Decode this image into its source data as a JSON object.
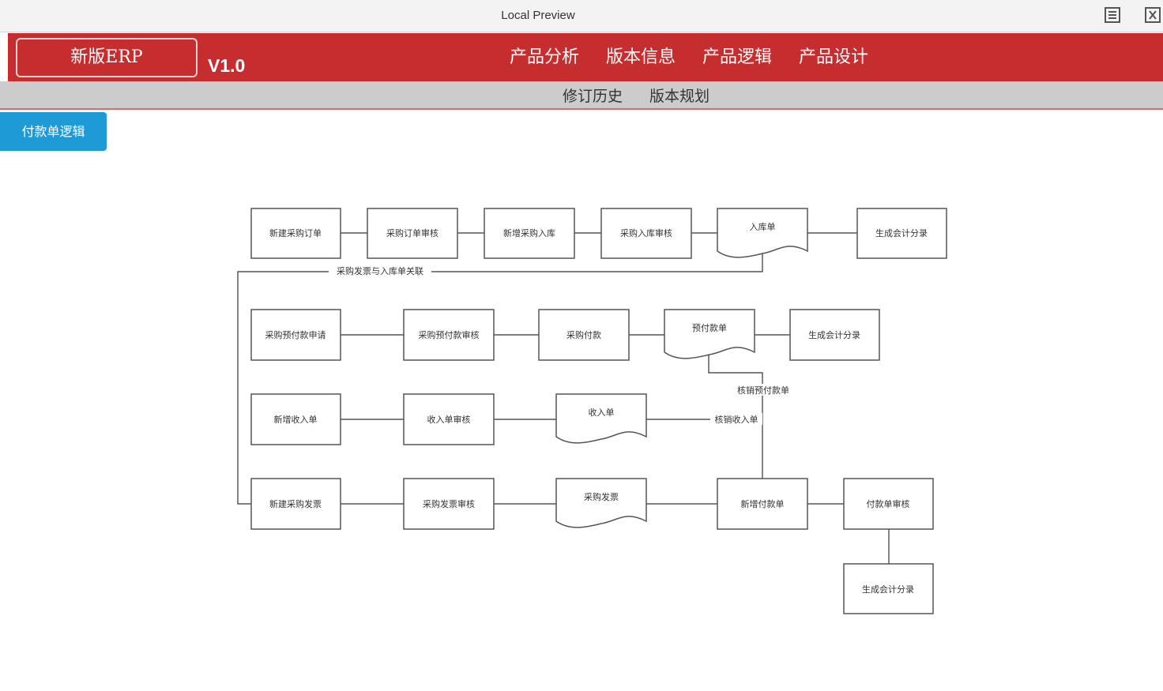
{
  "window": {
    "title": "Local Preview",
    "icons": [
      "document-list-icon",
      "close-icon"
    ]
  },
  "header": {
    "brand": "新版ERP",
    "version": "V1.0",
    "nav": [
      {
        "label": "产品分析"
      },
      {
        "label": "版本信息"
      },
      {
        "label": "产品逻辑"
      },
      {
        "label": "产品设计"
      }
    ]
  },
  "subnav": {
    "items": [
      {
        "label": "修订历史"
      },
      {
        "label": "版本规划"
      }
    ]
  },
  "sidebar": {
    "button": "付款单逻辑"
  },
  "flowchart": {
    "nodes": {
      "new_po": "新建采购订单",
      "po_review": "采购订单审核",
      "new_receipt": "新增采购入库",
      "receipt_review": "采购入库审核",
      "receipt_doc": "入库单",
      "journal_1": "生成会计分录",
      "prepay_request": "采购预付款申请",
      "prepay_review": "采购预付款审核",
      "purchase_pay": "采购付款",
      "prepay_doc": "预付款单",
      "journal_2": "生成会计分录",
      "new_income": "新增收入单",
      "income_review": "收入单审核",
      "income_doc": "收入单",
      "new_invoice": "新建采购发票",
      "invoice_review": "采购发票审核",
      "invoice_doc": "采购发票",
      "new_payment": "新增付款单",
      "payment_review": "付款单审核",
      "journal_3": "生成会计分录"
    },
    "edge_labels": {
      "invoice_link": "采购发票与入库单关联",
      "writeoff_prepay": "核销预付款单",
      "writeoff_income": "核销收入单"
    }
  }
}
